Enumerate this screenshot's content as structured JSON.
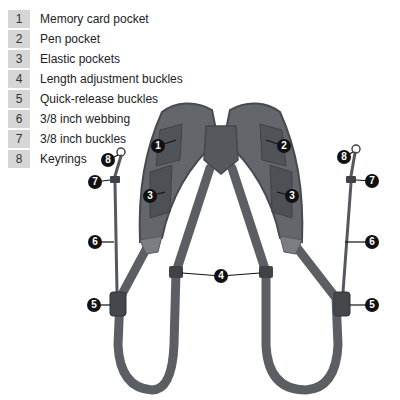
{
  "diagram": {
    "labels": [
      "1",
      "Memory card pocket",
      "2",
      "Pen pocket",
      "3",
      "Elastic pockets",
      "4",
      "Length adjustment buckles",
      "5",
      "Quick-release buckles",
      "6",
      "3/8 inch webbing",
      "7",
      "3/8 inch buckles",
      "8",
      "Keyrings",
      "1",
      "2",
      "3",
      "3",
      "4",
      "5",
      "5",
      "6",
      "6",
      "7",
      "7",
      "8",
      "8"
    ]
  }
}
